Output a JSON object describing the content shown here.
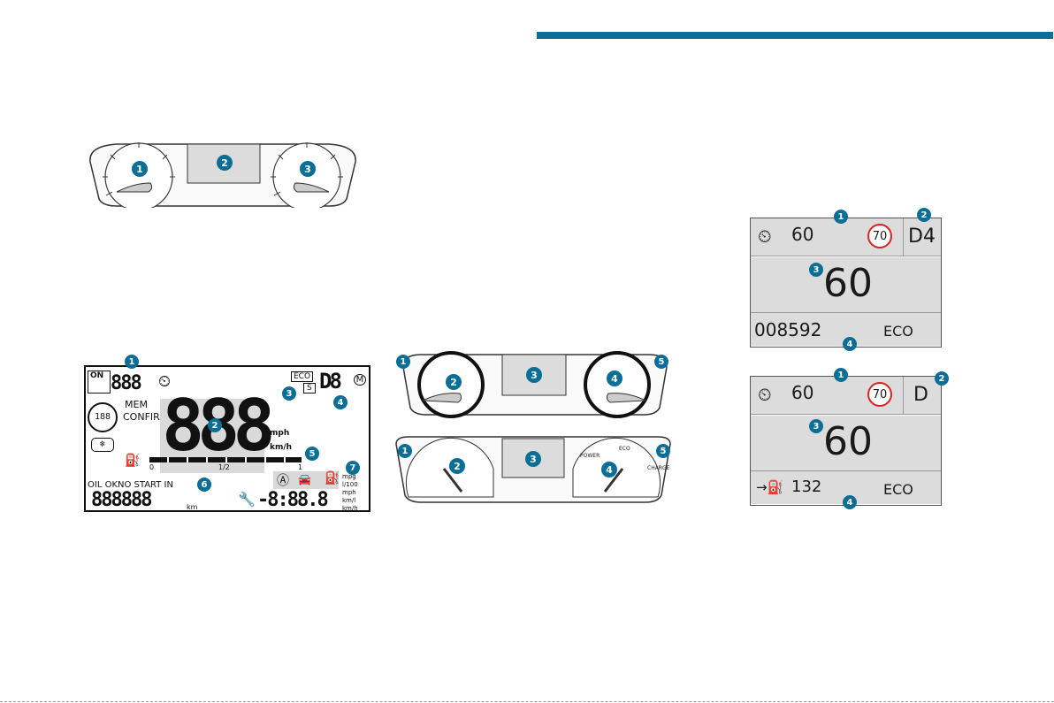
{
  "clusters": {
    "analog_top": {
      "badges": [
        "1",
        "2",
        "3"
      ]
    },
    "lcd": {
      "badges": [
        "1",
        "2",
        "3",
        "4",
        "5",
        "6",
        "7"
      ],
      "on_label": "ON",
      "mem_label": "MEM",
      "confirm_label": "CONFIRM",
      "eco_label": "ECO",
      "s_label": "S",
      "m_label": "M",
      "speed_unit_mph": "mph",
      "speed_unit_kmh": "km/h",
      "fuel_scale": [
        "0",
        "1/2",
        "1"
      ],
      "warn_label": "OIL OKNO START IN",
      "odo_unit": "km",
      "cons_units": [
        "mpg",
        "l/100",
        "mph",
        "km/l",
        "km/h"
      ]
    },
    "gauges_mid": {
      "badges": [
        "1",
        "2",
        "3",
        "4",
        "5"
      ]
    },
    "gauges_low": {
      "badges": [
        "1",
        "2",
        "3",
        "4",
        "5"
      ],
      "power_labels": [
        "POWER",
        "ECO",
        "CHARGE"
      ]
    }
  },
  "panels": [
    {
      "badges": [
        "1",
        "2",
        "3",
        "4"
      ],
      "cruise_speed": "60",
      "limit_sign": "70",
      "gear": "D4",
      "speed": "60",
      "bottom_left": "008592",
      "bottom_right": "ECO"
    },
    {
      "badges": [
        "1",
        "2",
        "3",
        "4"
      ],
      "cruise_speed": "60",
      "limit_sign": "70",
      "gear": "D",
      "speed": "60",
      "bottom_left": "132",
      "bottom_right": "ECO"
    }
  ],
  "colors": {
    "accent": "#0b6e96",
    "sign_red": "#d22222"
  }
}
